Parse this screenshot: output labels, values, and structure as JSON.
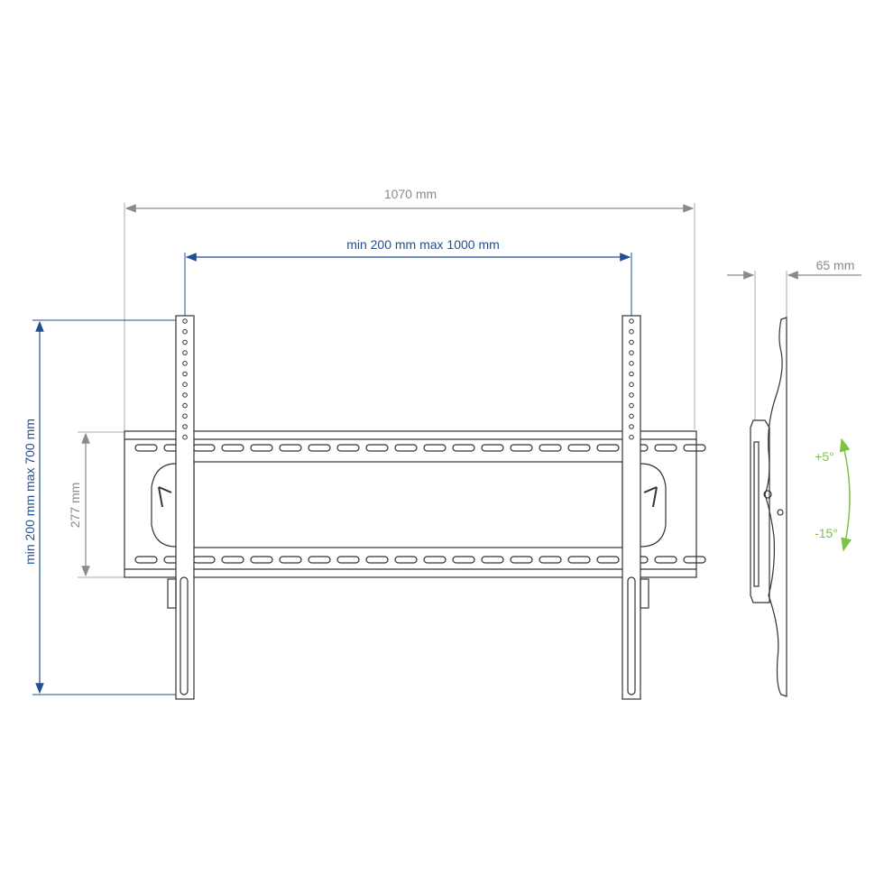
{
  "dimensions": {
    "overall_width": "1070 mm",
    "vesa_horizontal": "min 200 mm max 1000 mm",
    "vesa_vertical": "min 200 mm max 700 mm",
    "plate_height": "277 mm",
    "wall_distance": "65 mm"
  },
  "tilt": {
    "up": "+5°",
    "down": "-15°"
  },
  "colors": {
    "gray_dimension": "#8a8a8a",
    "blue_dimension": "#1f4e96",
    "green_tilt": "#7dc242",
    "drawing": "#333333"
  }
}
